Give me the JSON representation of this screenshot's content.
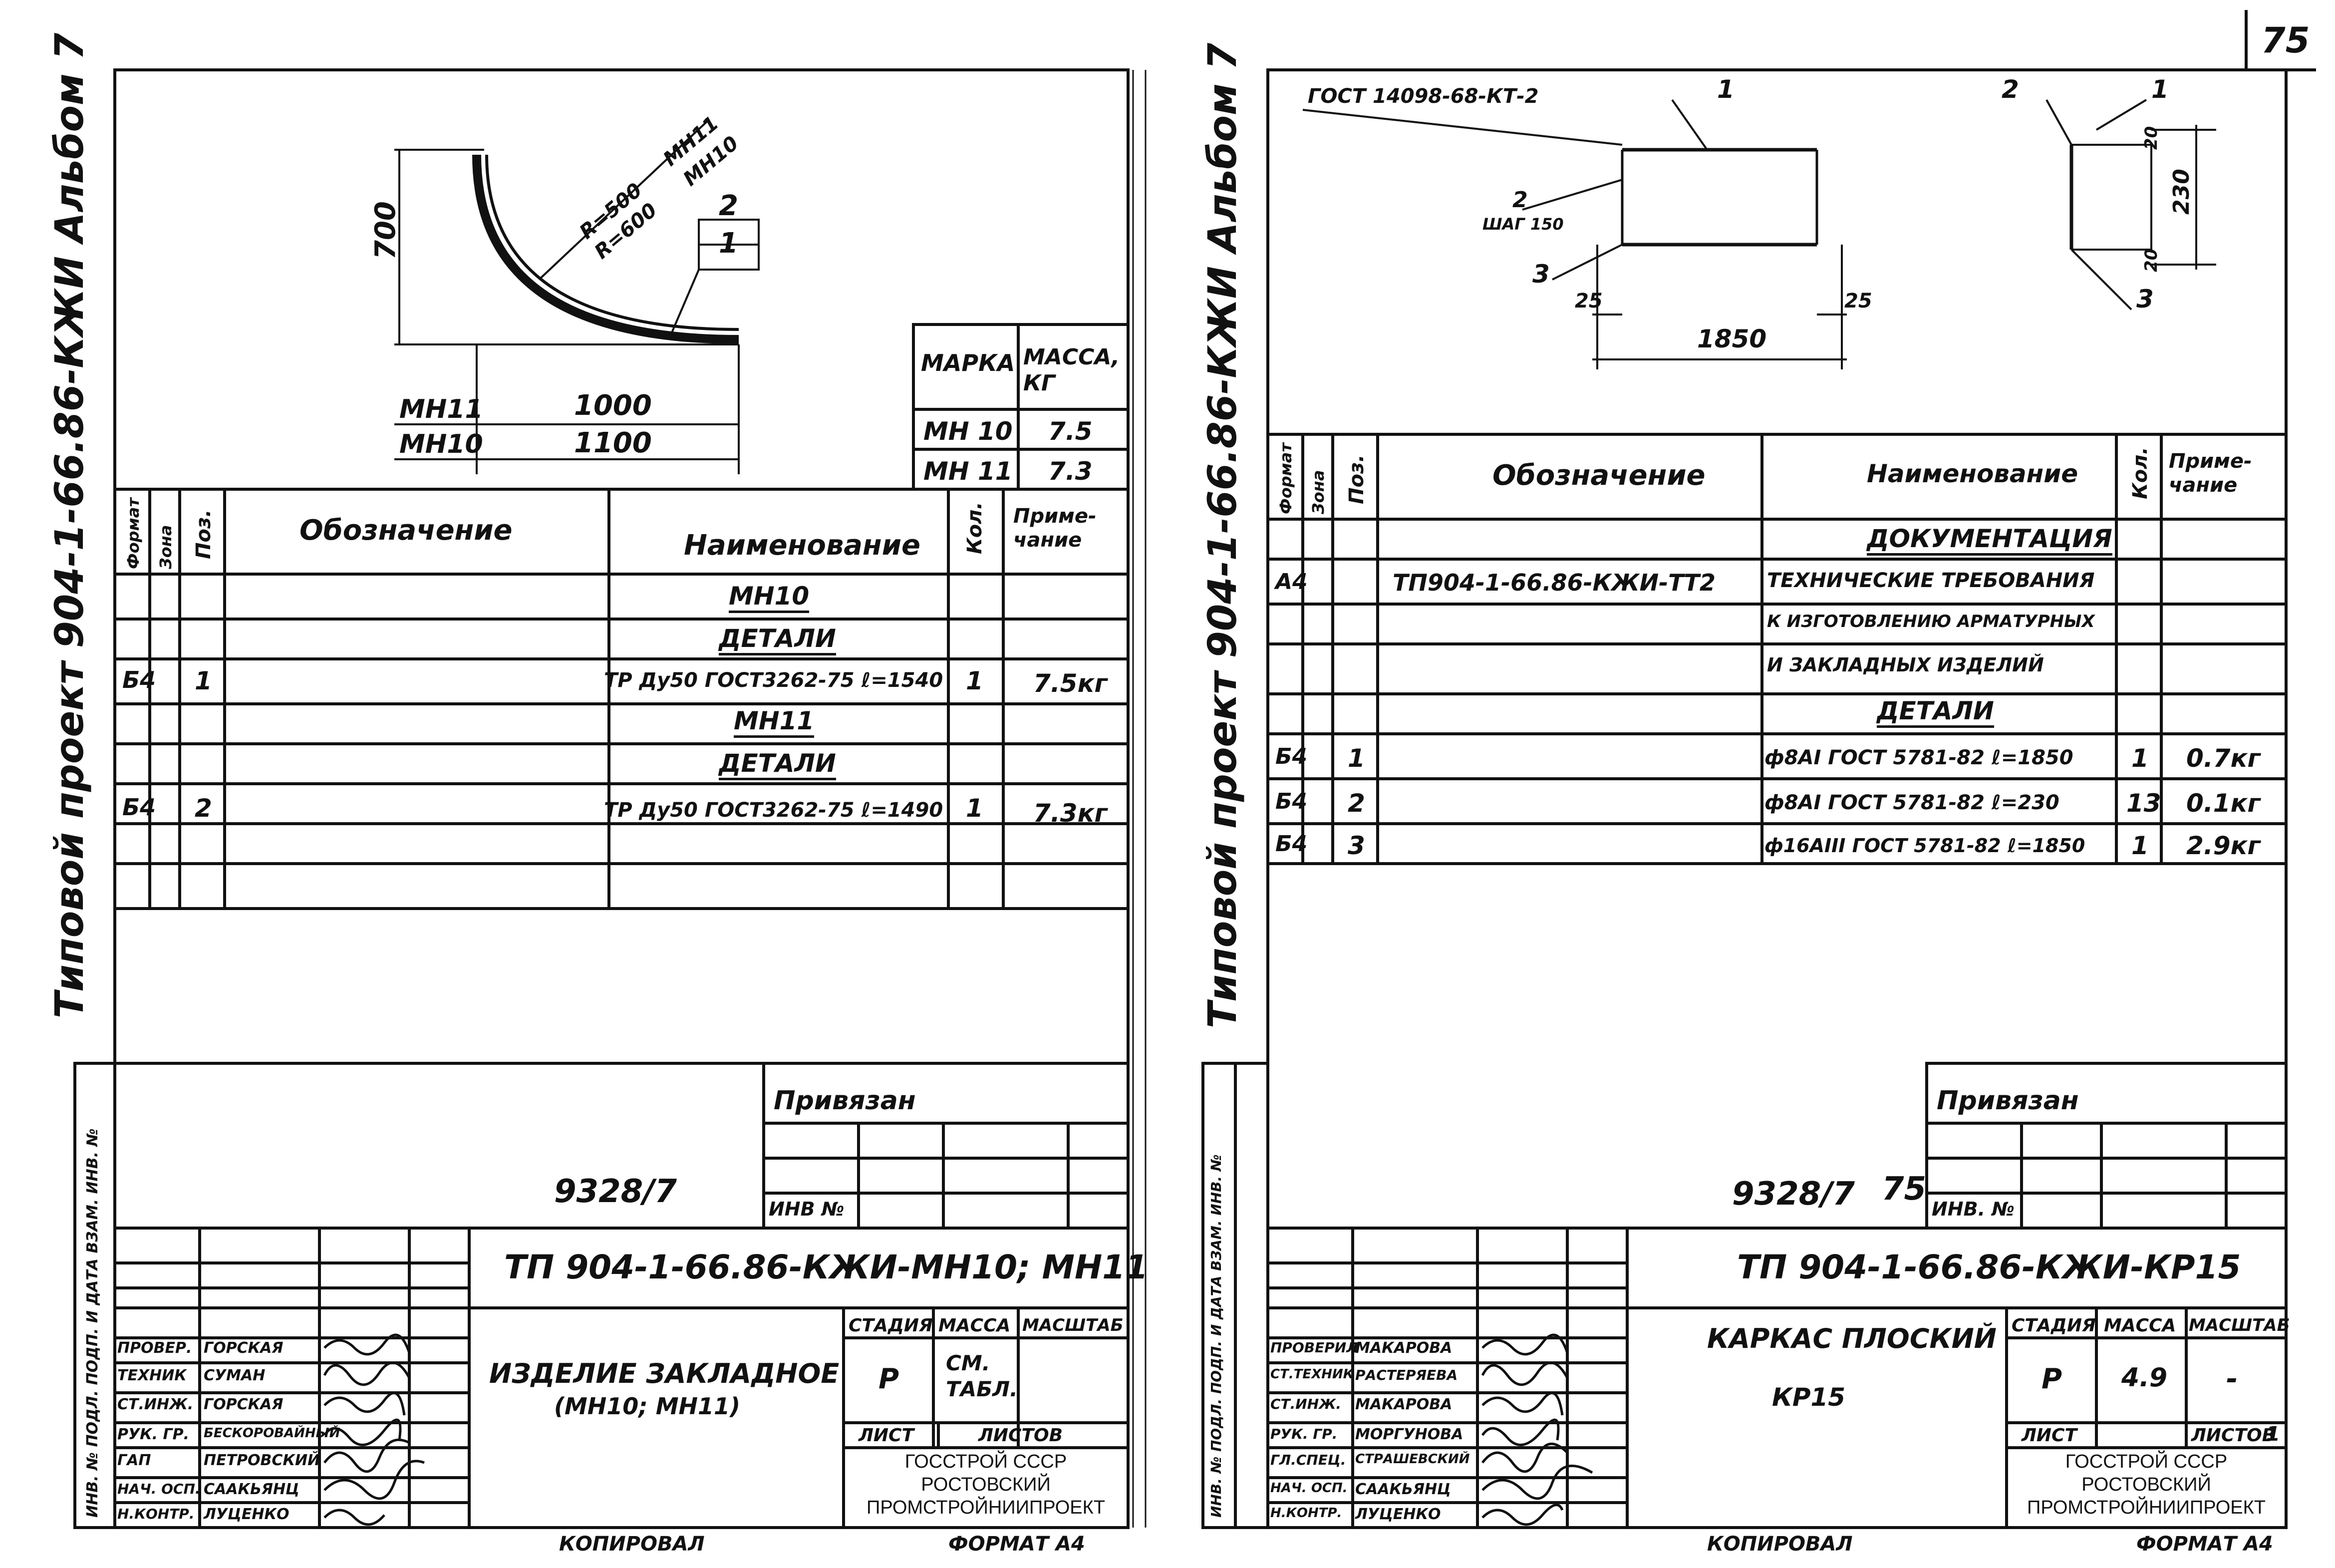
{
  "page_number": "75",
  "left_sheet": {
    "side_title": "Типовой проект 904-1-66.86-КЖИ Альбом 7",
    "drawing": {
      "dim_height": "700",
      "radius_labels": [
        "R=500",
        "R=600"
      ],
      "marks_diag": [
        "МН11",
        "МН10"
      ],
      "pos_callouts": [
        "2",
        "1"
      ],
      "dim_rows": [
        {
          "mark": "МН11",
          "length": "1000"
        },
        {
          "mark": "МН10",
          "length": "1100"
        }
      ]
    },
    "mass_table": {
      "headers": [
        "МАРКА",
        "МАССА, КГ"
      ],
      "rows": [
        [
          "МН 10",
          "7.5"
        ],
        [
          "МН 11",
          "7.3"
        ]
      ]
    },
    "spec": {
      "headers": [
        "Формат",
        "Зона",
        "Поз.",
        "Обозначение",
        "Наименование",
        "Кол.",
        "Приме-чание"
      ],
      "rows": [
        {
          "format": "",
          "zone": "",
          "pos": "",
          "name": "МН10",
          "qty": "",
          "note": "",
          "heading": true
        },
        {
          "format": "",
          "zone": "",
          "pos": "",
          "name": "ДЕТАЛИ",
          "qty": "",
          "note": "",
          "heading": true
        },
        {
          "format": "Б4",
          "zone": "",
          "pos": "1",
          "name": "ТР Ду50 ГОСТ3262-75 ℓ=1540",
          "qty": "1",
          "note": "7.5кг",
          "heading": false
        },
        {
          "format": "",
          "zone": "",
          "pos": "",
          "name": "МН11",
          "qty": "",
          "note": "",
          "heading": true
        },
        {
          "format": "",
          "zone": "",
          "pos": "",
          "name": "ДЕТАЛИ",
          "qty": "",
          "note": "",
          "heading": true
        },
        {
          "format": "Б4",
          "zone": "",
          "pos": "2",
          "name": "ТР Ду50 ГОСТ3262-75 ℓ=1490",
          "qty": "1",
          "note": "7.3кг",
          "heading": false
        },
        {
          "format": "",
          "zone": "",
          "pos": "",
          "name": "",
          "qty": "",
          "note": "",
          "heading": false
        },
        {
          "format": "",
          "zone": "",
          "pos": "",
          "name": "",
          "qty": "",
          "note": "",
          "heading": false
        }
      ]
    },
    "privyazan": "Привязан",
    "inv_no": "ИНВ №",
    "archive_no": "9328/7",
    "title_block": {
      "code": "ТП 904-1-66.86-КЖИ-МН10; МН11",
      "name": "ИЗДЕЛИЕ ЗАКЛАДНОЕ",
      "name2": "(МН10; МН11)",
      "stage_h": "СТАДИЯ",
      "mass_h": "МАССА",
      "scale_h": "МАСШТАБ",
      "stage": "Р",
      "mass": "СМ. ТАБЛ.",
      "scale": "",
      "sheet_h": "ЛИСТ",
      "sheets_h": "ЛИСТОВ",
      "org1": "ГОССТРОЙ СССР",
      "org2": "РОСТОВСКИЙ",
      "org3": "ПРОМСТРОЙНИИПРОЕКТ",
      "people": [
        [
          "ПРОВЕР.",
          "ГОРСКАЯ"
        ],
        [
          "ТЕХНИК",
          "СУМАН"
        ],
        [
          "СТ.ИНЖ.",
          "ГОРСКАЯ"
        ],
        [
          "РУК. ГР.",
          "БЕСКОРОВАЙНЫЙ"
        ],
        [
          "ГАП",
          "ПЕТРОВСКИЙ"
        ],
        [
          "НАЧ. ОСП.",
          "СААКЬЯНЦ"
        ],
        [
          "Н.КОНТР.",
          "ЛУЦЕНКО"
        ]
      ]
    },
    "side_stamp": "ИНВ. № ПОДЛ.  ПОДП. И ДАТА  ВЗАМ. ИНВ. №",
    "copied": "КОПИРОВАЛ",
    "format": "ФОРМАТ А4"
  },
  "right_sheet": {
    "side_title": "Типовой проект 904-1-66.86-КЖИ Альбом 7",
    "drawing": {
      "gost_note": "ГОСТ 14098-68-КТ-2",
      "pos1": "1",
      "pos2": "2",
      "step": "ШАГ 150",
      "pos3": "3",
      "dim_side": "25",
      "dim_len": "1850",
      "sec_pos2": "2",
      "sec_pos1": "1",
      "sec_pos3": "3",
      "sec_20a": "20",
      "sec_20b": "20",
      "sec_230": "230"
    },
    "spec": {
      "headers": [
        "Формат",
        "Зона",
        "Поз.",
        "Обозначение",
        "Наименование",
        "Кол.",
        "Приме-чание"
      ],
      "rows": [
        {
          "format": "",
          "zone": "",
          "pos": "",
          "desig": "",
          "name": "ДОКУМЕНТАЦИЯ",
          "qty": "",
          "note": "",
          "heading": true
        },
        {
          "format": "А4",
          "zone": "",
          "pos": "",
          "desig": "ТП904-1-66.86-КЖИ-ТТ2",
          "name": "ТЕХНИЧЕСКИЕ ТРЕБОВАНИЯ",
          "qty": "",
          "note": "",
          "heading": false
        },
        {
          "format": "",
          "zone": "",
          "pos": "",
          "desig": "",
          "name": "К ИЗГОТОВЛЕНИЮ АРМАТУРНЫХ",
          "qty": "",
          "note": "",
          "heading": false
        },
        {
          "format": "",
          "zone": "",
          "pos": "",
          "desig": "",
          "name": "И ЗАКЛАДНЫХ ИЗДЕЛИЙ",
          "qty": "",
          "note": "",
          "heading": false
        },
        {
          "format": "",
          "zone": "",
          "pos": "",
          "desig": "",
          "name": "ДЕТАЛИ",
          "qty": "",
          "note": "",
          "heading": true
        },
        {
          "format": "Б4",
          "zone": "",
          "pos": "1",
          "desig": "",
          "name": "ф8АI ГОСТ 5781-82 ℓ=1850",
          "qty": "1",
          "note": "0.7кг",
          "heading": false
        },
        {
          "format": "Б4",
          "zone": "",
          "pos": "2",
          "desig": "",
          "name": "ф8АI ГОСТ 5781-82 ℓ=230",
          "qty": "13",
          "note": "0.1кг",
          "heading": false
        },
        {
          "format": "Б4",
          "zone": "",
          "pos": "3",
          "desig": "",
          "name": "ф16АIII ГОСТ 5781-82 ℓ=1850",
          "qty": "1",
          "note": "2.9кг",
          "heading": false
        }
      ]
    },
    "privyazan": "Привязан",
    "inv_no": "ИНВ. №",
    "archive_no": "9328/7",
    "archive_sheet": "75",
    "title_block": {
      "code": "ТП 904-1-66.86-КЖИ-КР15",
      "name": "КАРКАС ПЛОСКИЙ",
      "name2": "КР15",
      "stage_h": "СТАДИЯ",
      "mass_h": "МАССА",
      "scale_h": "МАСШТАБ",
      "stage": "Р",
      "mass": "4.9",
      "scale": "-",
      "sheet_h": "ЛИСТ",
      "sheets_h": "ЛИСТОВ",
      "sheets": "1",
      "org1": "ГОССТРОЙ СССР",
      "org2": "РОСТОВСКИЙ",
      "org3": "ПРОМСТРОЙНИИПРОЕКТ",
      "people": [
        [
          "ПРОВЕРИЛ",
          "МАКАРОВА"
        ],
        [
          "СТ.ТЕХНИК",
          "РАСТЕРЯЕВА"
        ],
        [
          "СТ.ИНЖ.",
          "МАКАРОВА"
        ],
        [
          "РУК. ГР.",
          "МОРГУНОВА"
        ],
        [
          "ГЛ.СПЕЦ.",
          "СТРАШЕВСКИЙ"
        ],
        [
          "НАЧ. ОСП.",
          "СААКЬЯНЦ"
        ],
        [
          "Н.КОНТР.",
          "ЛУЦЕНКО"
        ]
      ]
    },
    "side_stamp": "ИНВ. № ПОДЛ.   ПОДП. И ДАТА   ВЗАМ. ИНВ. №",
    "copied": "КОПИРОВАЛ",
    "format": "ФОРМАТ А4"
  }
}
